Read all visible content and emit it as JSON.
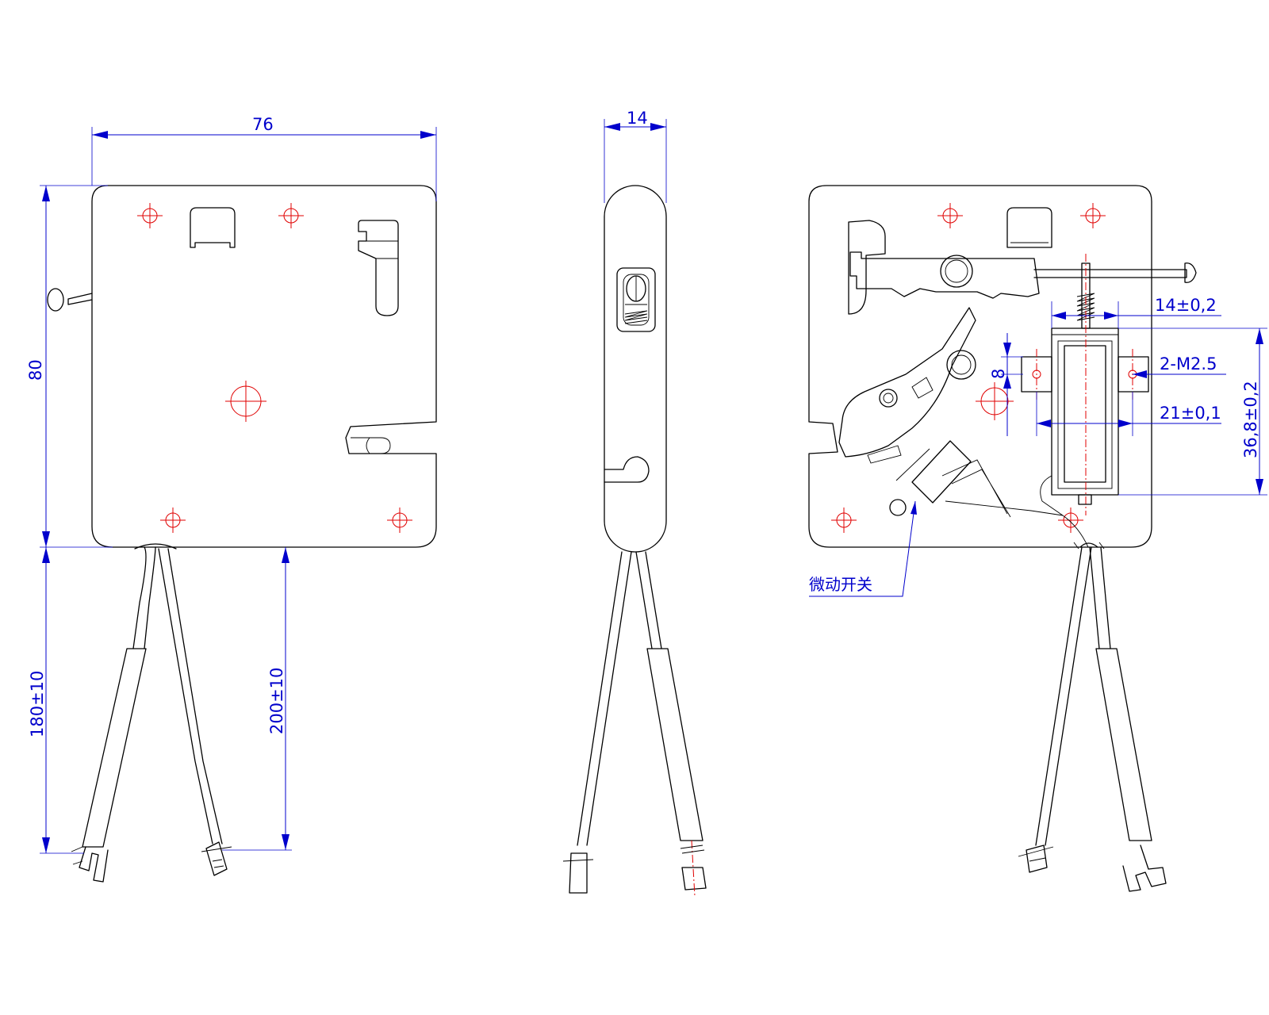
{
  "dimensions": {
    "front_width": "76",
    "front_height": "80",
    "side_thickness": "14",
    "wire_left": "180±10",
    "wire_right": "200±10",
    "plunger_stroke": "14±0,2",
    "mount_holes": "2-M2.5",
    "hole_offset": "8",
    "hole_spacing": "21±0,1",
    "solenoid_length": "36,8±0,2"
  },
  "labels": {
    "micro_switch": "微动开关"
  },
  "colors": {
    "outline": "#000000",
    "dimension": "#0000cc",
    "centerline": "#e00000"
  }
}
